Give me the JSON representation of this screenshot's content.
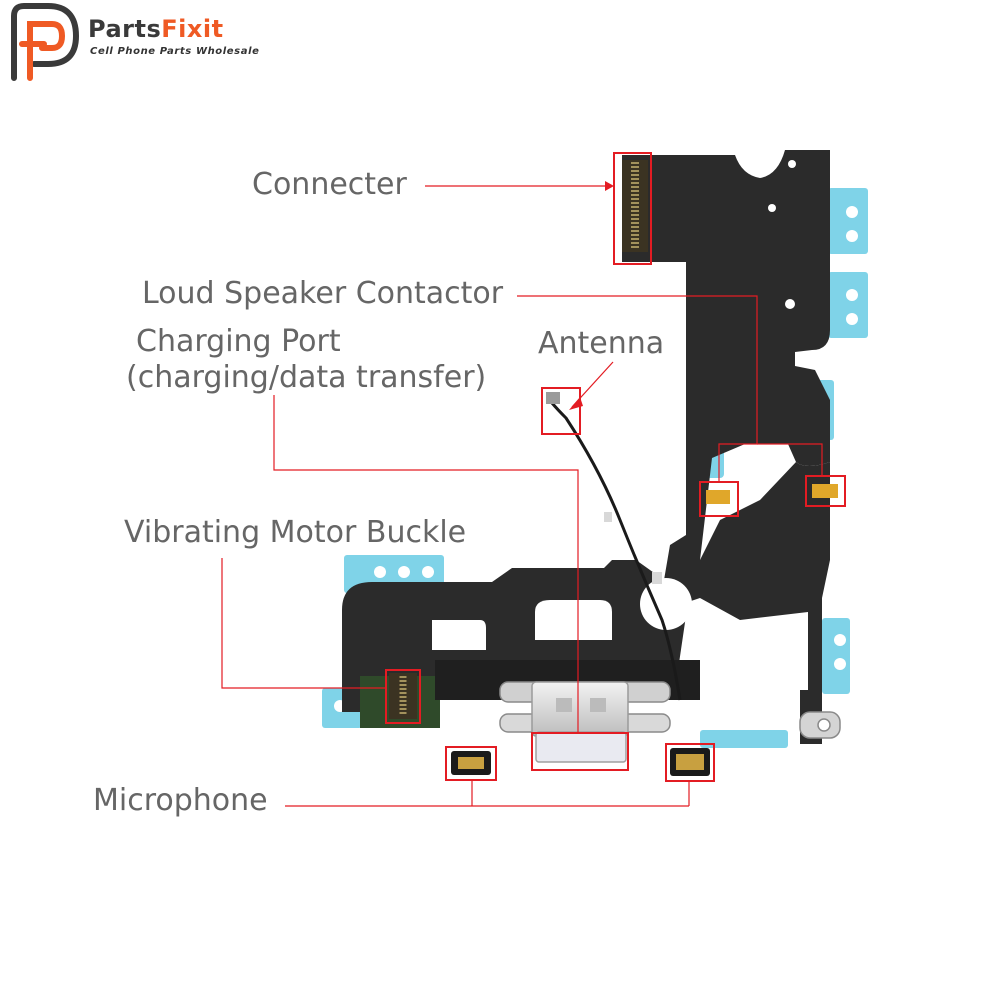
{
  "brand": {
    "name_part1": "Parts",
    "name_part2": "Fixit",
    "tagline": "Cell Phone Parts Wholesale",
    "color_dark": "#3a3a3a",
    "color_accent": "#ef5a24"
  },
  "labels": {
    "connecter": "Connecter",
    "loud_speaker_contactor": "Loud Speaker Contactor",
    "charging_port_line1": "Charging Port",
    "charging_port_line2": "(charging/data transfer)",
    "antenna": "Antenna",
    "vibrating_motor_buckle": "Vibrating Motor Buckle",
    "microphone": "Microphone"
  },
  "colors": {
    "flex_cable": "#2b2b2b",
    "adhesive": "#7fd3e8",
    "callout": "#e31c23",
    "label_text": "#666666",
    "gold_contact": "#e0a72a"
  }
}
